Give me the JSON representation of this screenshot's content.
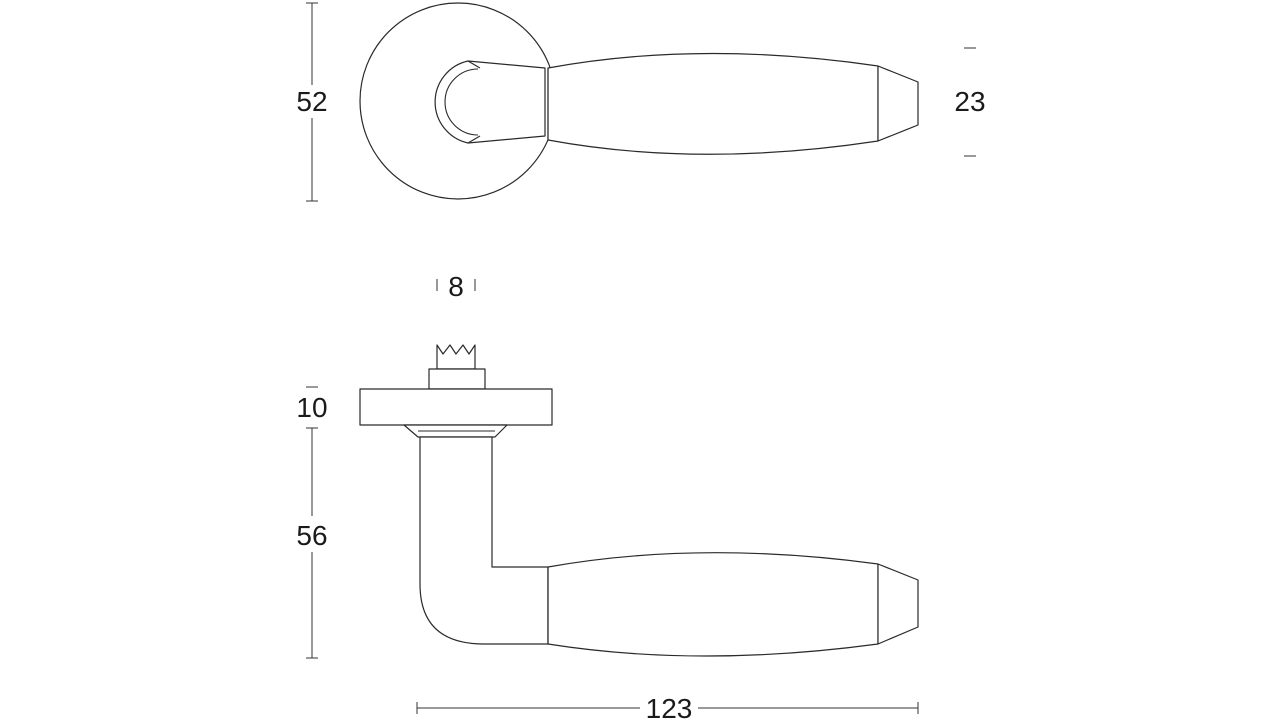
{
  "diagram": {
    "dimensions": {
      "rose_diameter": "52",
      "grip_thickness": "23",
      "spindle_width": "8",
      "rose_height": "10",
      "lever_height": "56",
      "lever_length": "123"
    },
    "colors": {
      "line": "#2a2a2a",
      "background": "#ffffff"
    }
  }
}
